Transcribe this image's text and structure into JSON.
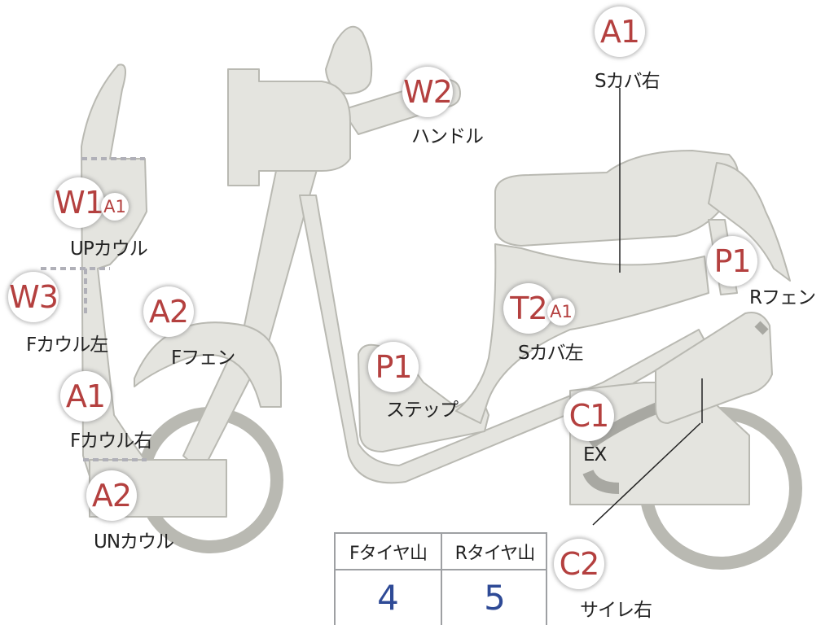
{
  "colors": {
    "part_fill": "#e4e4df",
    "part_outline": "#b9b9b2",
    "badge_text": "#b4403f",
    "tire_value": "#2e4a96"
  },
  "badges": [
    {
      "id": "a1-top",
      "code": "A1",
      "label": "Sカバ右"
    },
    {
      "id": "w2",
      "code": "W2",
      "label": "ハンドル"
    },
    {
      "id": "w1",
      "code": "W1",
      "sub": "A1",
      "label": "UPカウル"
    },
    {
      "id": "w3",
      "code": "W3",
      "label": "Fカウル左"
    },
    {
      "id": "a2-ffender",
      "code": "A2",
      "label": "Fフェン"
    },
    {
      "id": "a1-fcowl",
      "code": "A1",
      "label": "Fカウル右"
    },
    {
      "id": "a2-under",
      "code": "A2",
      "label": "UNカウル"
    },
    {
      "id": "p1-step",
      "code": "P1",
      "label": "ステップ"
    },
    {
      "id": "t2",
      "code": "T2",
      "sub": "A1",
      "label": "Sカバ左"
    },
    {
      "id": "p1-rfender",
      "code": "P1",
      "label": "Rフェン"
    },
    {
      "id": "c1",
      "code": "C1",
      "label": "EX"
    },
    {
      "id": "c2",
      "code": "C2",
      "label": "サイレ右"
    }
  ],
  "tire_table": {
    "headers": [
      "Fタイヤ山",
      "Rタイヤ山"
    ],
    "values": [
      "4",
      "5"
    ]
  }
}
